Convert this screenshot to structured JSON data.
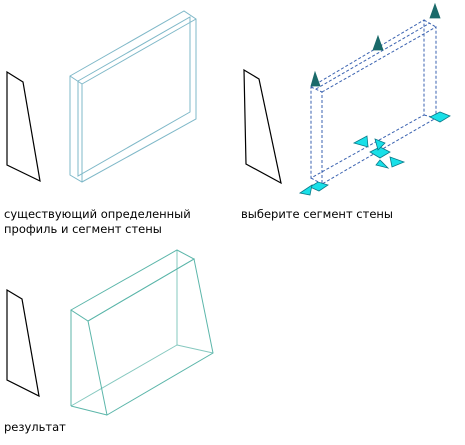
{
  "captions": {
    "existing": "существующий определенный\nпрофиль и сегмент стены",
    "select": "выберите сегмент стены",
    "result": "результат"
  },
  "colors": {
    "profile_line": "#000000",
    "wall_line": "#7fb8c8",
    "wall_dashed": "#3a62b0",
    "grip_cyan": "#18e0e8",
    "grip_dark": "#1a6a6a",
    "grip_outline": "#0a7a8a",
    "result_line": "#5cb6aa"
  },
  "icons": {
    "grip_arrow": "triangle-grip-icon",
    "grip_square": "diamond-grip-icon"
  }
}
